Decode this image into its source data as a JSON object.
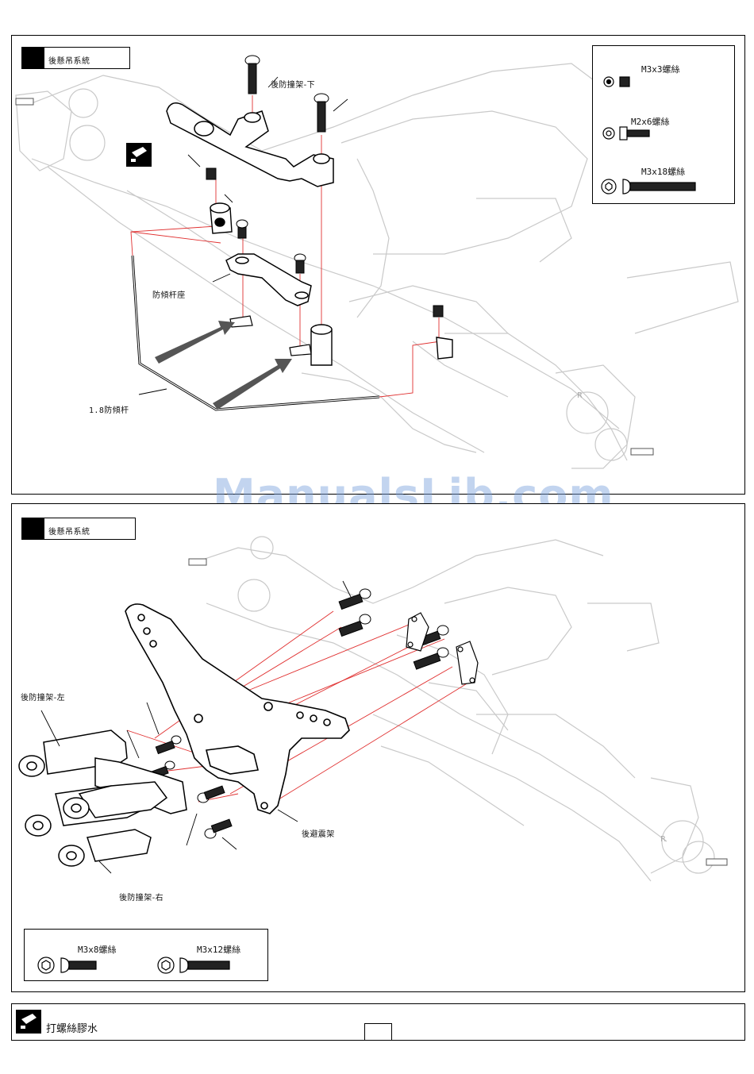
{
  "panel1": {
    "title": "後懸吊系統",
    "labels": {
      "bumper_lower": "後防撞架-下",
      "sway_mount": "防傾杆座",
      "sway_bar": "1.8防傾杆"
    },
    "parts": [
      {
        "name": "M3x3螺絲"
      },
      {
        "name": "M2x6螺絲"
      },
      {
        "name": "M3x18螺絲"
      }
    ]
  },
  "panel2": {
    "title": "後懸吊系統",
    "labels": {
      "bumper_left": "後防撞架-左",
      "bumper_right": "後防撞架-右",
      "shock_tower": "後避震架"
    },
    "parts": [
      {
        "name": "M3x8螺絲"
      },
      {
        "name": "M3x12螺絲"
      }
    ]
  },
  "footer": {
    "label": "打螺絲膠水"
  },
  "watermark": "ManualsLib.com",
  "icons": [
    "thread-lock-icon"
  ]
}
